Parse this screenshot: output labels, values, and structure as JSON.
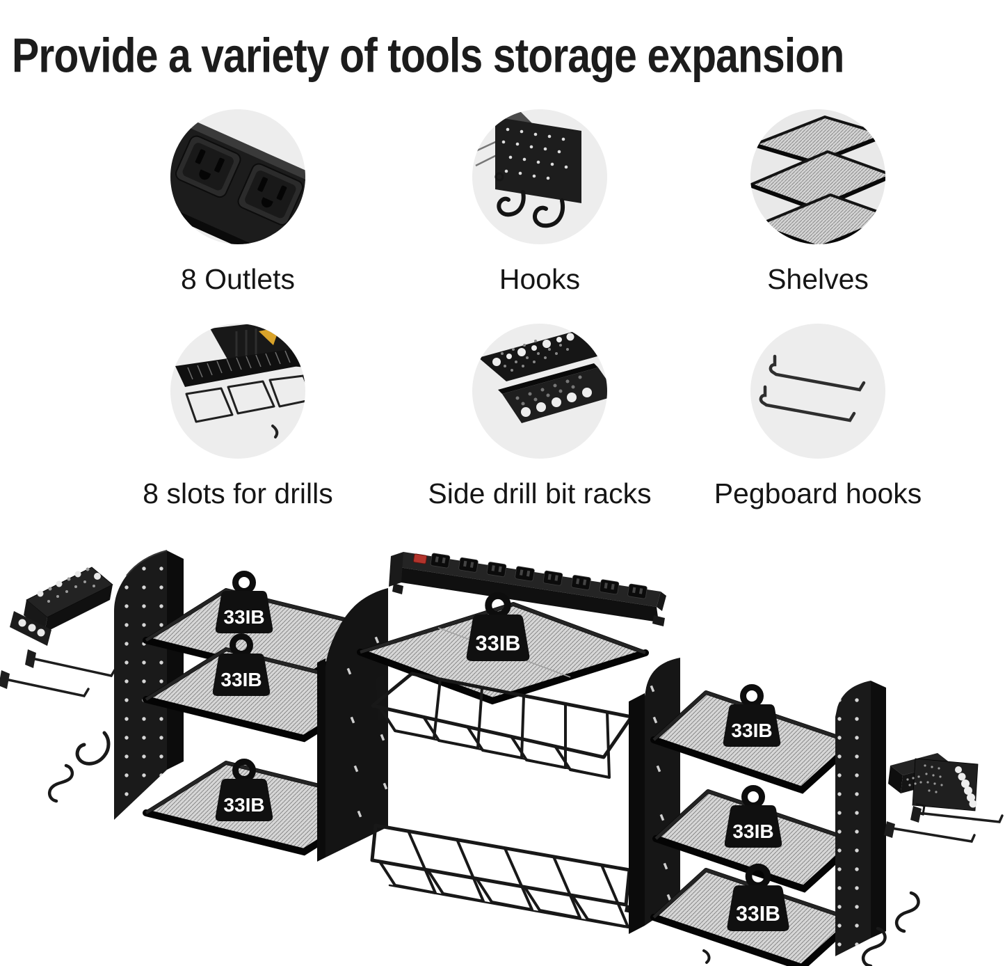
{
  "page": {
    "title": "Provide a variety of tools storage expansion"
  },
  "features": [
    {
      "id": "outlets",
      "icon": "outlets-icon",
      "label": "8 Outlets"
    },
    {
      "id": "hooks",
      "icon": "hooks-icon",
      "label": "Hooks"
    },
    {
      "id": "shelves",
      "icon": "shelves-icon",
      "label": "Shelves"
    },
    {
      "id": "drill-slots",
      "icon": "drill-slots-icon",
      "label": "8 slots for drills"
    },
    {
      "id": "side-drill-bit-racks",
      "icon": "drill-bit-racks-icon",
      "label": "Side drill bit racks"
    },
    {
      "id": "pegboard-hooks",
      "icon": "pegboard-hooks-icon",
      "label": "Pegboard hooks"
    }
  ],
  "diagram": {
    "weight_label": "33IB",
    "weight_badge_count": 7,
    "parts": [
      "drill-bit-rack",
      "pegboard-hook",
      "s-hook",
      "pegboard-side-panel",
      "mesh-shelf",
      "center-panel",
      "power-strip",
      "wire-drill-rack",
      "weight-badge"
    ]
  },
  "colors": {
    "background": "#ffffff",
    "title_text": "#1c1c1c",
    "label_text": "#151515",
    "product_black": "#161616",
    "circle_background": "#ededed",
    "mesh_gray": "#d8d8d8",
    "switch_red": "#b3342c",
    "drill_accent_yellow": "#d9a32a",
    "weight_text": "#ffffff"
  }
}
